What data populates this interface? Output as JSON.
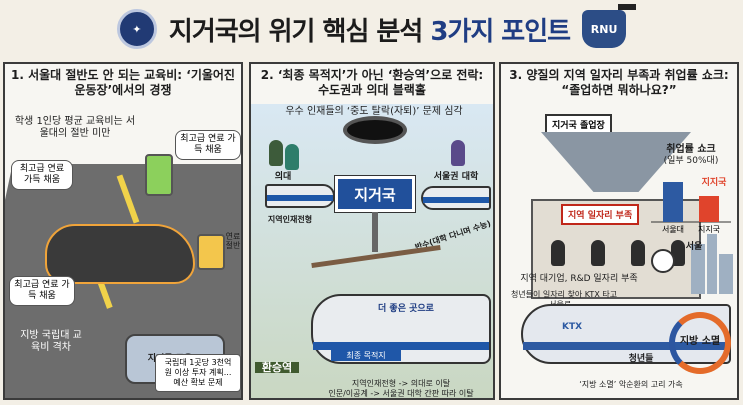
{
  "header": {
    "emblem": "✦",
    "title_main": "지거국의 위기 핵심 분석 ",
    "title_highlight": "3가지 포인트",
    "badge": "RNU"
  },
  "panel1": {
    "heading": "1. 서울대 절반도 안 되는 교육비: ‘기울어진 운동장’에서의 경쟁",
    "note_top": "학생 1인당 평균 교육비는 서울대의 절반 미만",
    "bubble_right": "최고급 연료 가득 채움",
    "bubble_left": "최고급 연료 가득 채움",
    "bubble_bottom_left": "최고급 연료 가득 채움",
    "tank_label": "연료 절반",
    "car_label": "지거국 교육비",
    "crack_label": "지방 국립대 교육비 격차",
    "bottom_note": "국립대 1곳당 3천억 원 이상 투자 계획... 예산 확보 문제"
  },
  "panel2": {
    "heading": "2. ‘최종 목적지’가 아닌 ‘환승역’으로 전락: 수도권과 의대 블랙홀",
    "note_top": "우수 인재들의 ‘중도 탈락(자퇴)’ 문제 심각",
    "sign": "지거국",
    "label_med": "의대",
    "label_seoul": "서울권 대학",
    "label_local": "지역인재전형",
    "label_reapply": "반수(대학 다니며 수능)",
    "train_label": "더 좋은 곳으로",
    "train_sign": "최종 목적지",
    "station": "환승역",
    "bottom_line1": "지역인재전형 -> 의대로 이탈",
    "bottom_line2": "인문/이공계 -> 서울권 대학 간판 따라 이탈"
  },
  "panel3": {
    "heading": "3. 양질의 지역 일자리 부족과 취업률 쇼크: “졸업하면 뭐하나요?”",
    "funnel_label": "지거국 졸업장",
    "redbox_label": "지역 일자리 부족",
    "chart_title": "취업률 쇼크",
    "chart_subtitle": "(일부 50%대)",
    "chart_tag": "지지국",
    "chart_data": {
      "type": "bar",
      "categories": [
        "서울대",
        "지지국"
      ],
      "values": [
        80,
        52
      ],
      "title": "취업률 쇼크",
      "subtitle": "(일부 50%대)",
      "xlabel": "",
      "ylabel": "",
      "colors": [
        "#2d5aa2",
        "#e0442c"
      ]
    },
    "label_seoul": "서울",
    "note_jobs": "지역 대기업, R&D 일자리 부족",
    "note_youth": "청년들이 일자리 찾아 KTX 타고 서울로...",
    "ktx_label": "KTX",
    "label_youth": "청년들",
    "cycle_label": "지방 소멸",
    "cycle_note": "‘지방 소멸’ 악순환의 고리 가속"
  },
  "colors": {
    "navy": "#1f3d83",
    "red": "#e0442c",
    "orange": "#e46b2a"
  }
}
